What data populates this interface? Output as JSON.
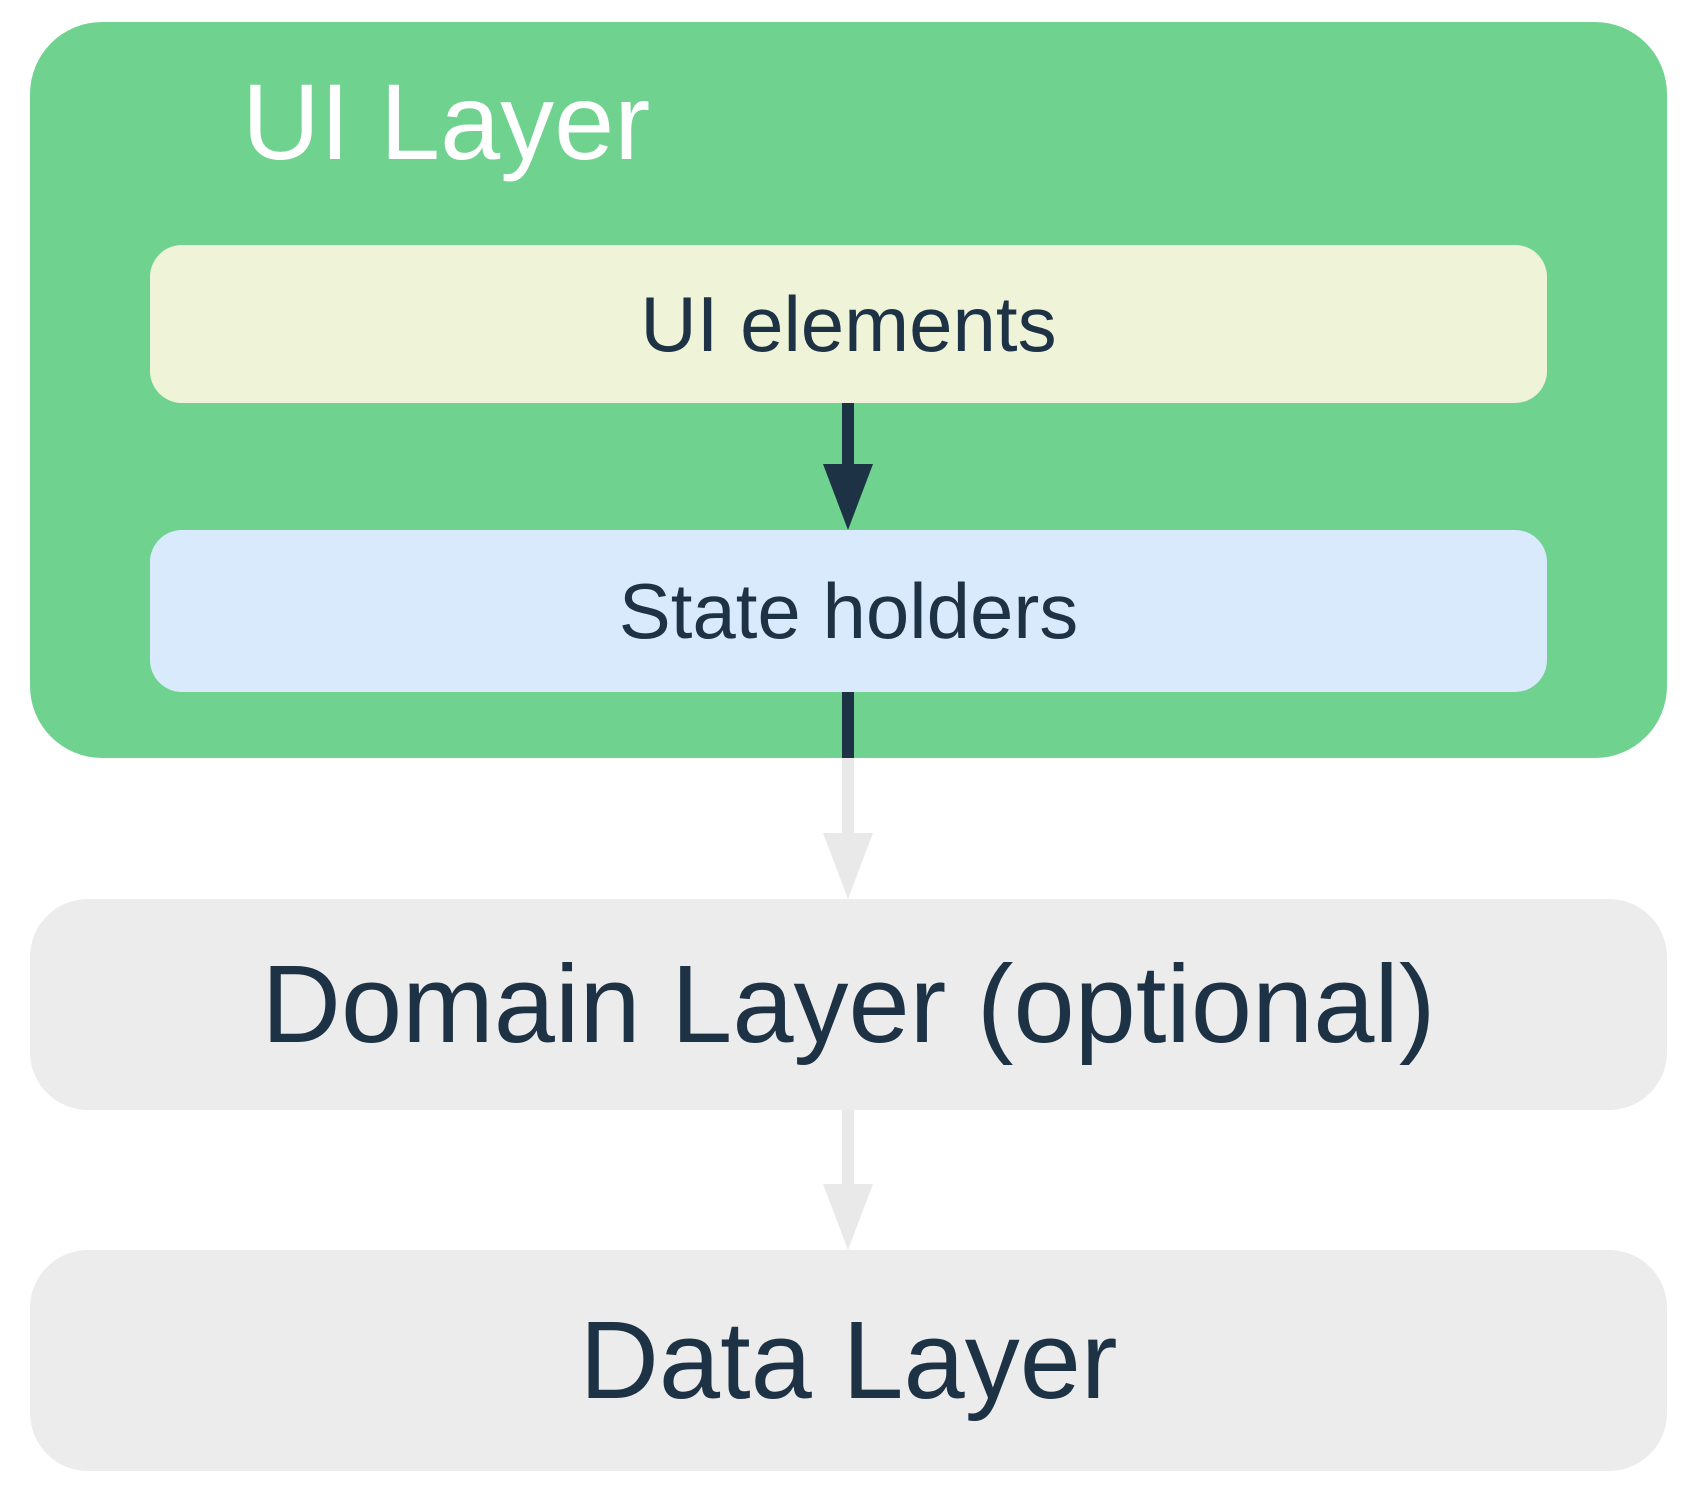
{
  "diagram": {
    "boxes": {
      "ui_layer": {
        "label": "UI Layer"
      },
      "ui_elements": {
        "label": "UI elements"
      },
      "state_holders": {
        "label": "State holders"
      },
      "domain_layer": {
        "label": "Domain Layer (optional)"
      },
      "data_layer": {
        "label": "Data Layer"
      }
    },
    "arrows": [
      {
        "from": "ui_elements",
        "to": "state_holders",
        "style": "navy"
      },
      {
        "from": "state_holders",
        "to": "domain_layer",
        "style": "navy-then-gray"
      },
      {
        "from": "domain_layer",
        "to": "data_layer",
        "style": "gray"
      }
    ],
    "colors": {
      "green": "#6fd28e",
      "pale_yellow": "#eff3d8",
      "light_blue": "#d9eafc",
      "light_gray": "#ececec",
      "arrow_gray": "#e9e9e9",
      "navy": "#1d3244",
      "white": "#ffffff"
    }
  }
}
